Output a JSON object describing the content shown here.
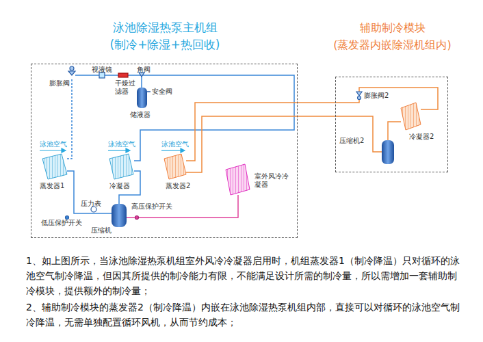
{
  "diagram": {
    "nodes": [
      {
        "text": [
          "泳池除湿热泵主机组",
          "(制冷+除湿+热回收)"
        ]
      },
      {
        "text": [
          "辅助制冷模块",
          "(蒸发器内嵌除湿机组内)"
        ]
      }
    ],
    "labels": [
      "泳池空气",
      "泳池空气",
      "泳池空气",
      "视液镜",
      "角阀",
      "膨胀阀",
      "干燥过滤器",
      "安全阀",
      "储液器",
      "蒸发器1",
      "冷凝器",
      "蒸发器2",
      "室外风冷冷凝器",
      "压缩机",
      "压力表",
      "低压保护开关",
      "高压保护开关",
      "膨胀阀2",
      "冷凝器2",
      "压缩机2",
      "1、如上图所示，当泳池除湿热泵机组室外风冷冷凝器启用时，机组蒸发器1（制冷降温）只对循环的泳池空气制冷降温，但因其所提供的制冷能力有限，不能满足设计所需的制冷量，所以需增加一套辅助制冷模块，提供额外的制冷量；",
      "2、辅助制冷模块的蒸发器2（制冷降温）内嵌在泳池除湿热泵机组内部，直接可以对循环的泳池空气制冷降温，无需单独配置循环风机，从而节约成本；"
    ]
  }
}
